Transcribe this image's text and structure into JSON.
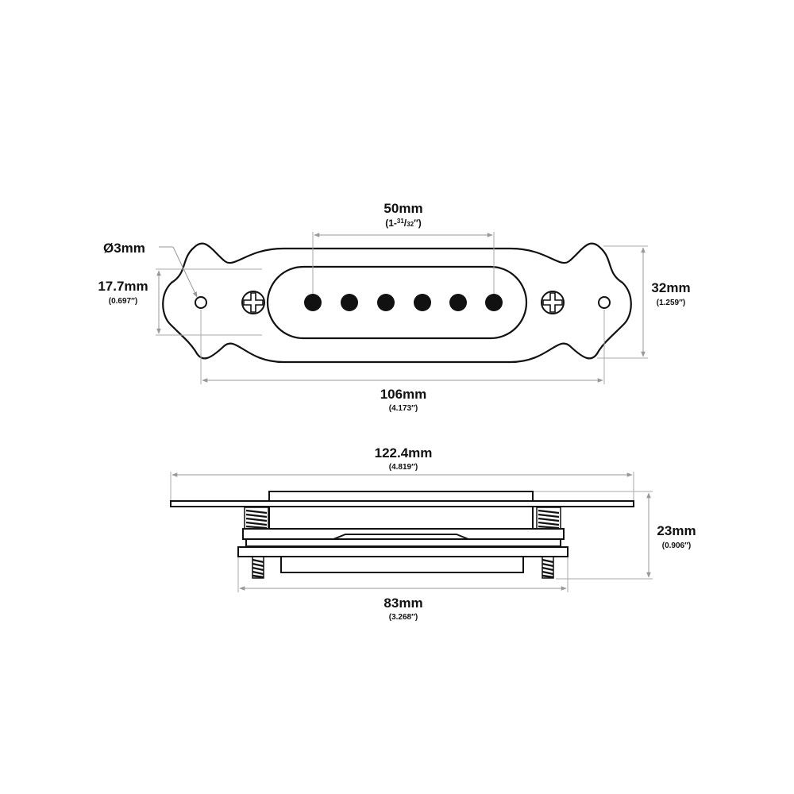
{
  "top_view": {
    "pole_count": 6,
    "dimensions": {
      "pole_span": {
        "value": "50mm",
        "imperial_whole": "(1-",
        "imperial_num": "31",
        "imperial_slash": "/",
        "imperial_den": "32",
        "imperial_close": "″)"
      },
      "hole_diameter": {
        "value": "Ø3mm"
      },
      "inner_height": {
        "value": "17.7mm",
        "imperial": "(0.697″)"
      },
      "outer_height": {
        "value": "32mm",
        "imperial": "(1.259″)"
      },
      "hole_spacing": {
        "value": "106mm",
        "imperial": "(4.173″)"
      }
    }
  },
  "side_view": {
    "dimensions": {
      "overall_length": {
        "value": "122.4mm",
        "imperial": "(4.819″)"
      },
      "depth": {
        "value": "23mm",
        "imperial": "(0.906″)"
      },
      "bottom_length": {
        "value": "83mm",
        "imperial": "(3.268″)"
      }
    }
  },
  "colors": {
    "ink": "#111111",
    "dimension_line": "#999999",
    "background": "#ffffff"
  }
}
